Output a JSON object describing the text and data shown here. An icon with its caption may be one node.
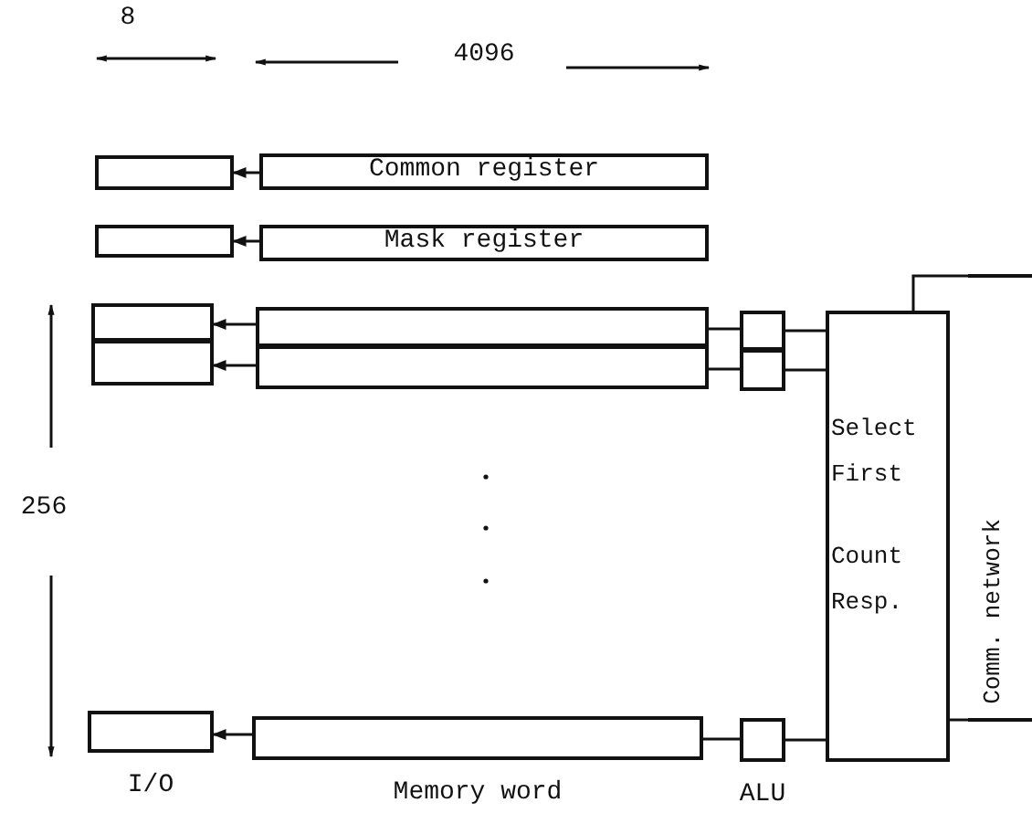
{
  "diagram": {
    "nodes": [
      {
        "text": [],
        "shape": "box"
      },
      {
        "text": [
          "Common register"
        ]
      },
      {
        "text": [],
        "shape": "box"
      },
      {
        "text": [
          "Mask register"
        ]
      },
      {
        "text": [],
        "shape": "box"
      },
      {
        "text": [],
        "shape": "box"
      },
      {
        "text": [],
        "shape": "box"
      },
      {
        "text": [],
        "shape": "box"
      },
      {
        "text": [],
        "shape": "box"
      },
      {
        "text": [],
        "shape": "box"
      },
      {
        "text": [
          "Select First",
          "Count Resp."
        ]
      },
      {
        "text": [],
        "shape": "box",
        "beside": [
          "I/O"
        ]
      },
      {
        "text": [],
        "shape": "box",
        "beside": [
          "Memory word"
        ]
      },
      {
        "text": [],
        "shape": "box",
        "beside": [
          "ALU"
        ]
      },
      {
        "text": [
          "Comm. network"
        ]
      }
    ],
    "edges": [
      {
        "from": 1,
        "to": 0,
        "arrow": "to"
      },
      {
        "from": 3,
        "to": 2,
        "arrow": "to"
      },
      {
        "from": 6,
        "to": 4,
        "arrow": "to"
      },
      {
        "from": 7,
        "to": 5,
        "arrow": "to"
      },
      {
        "from": 12,
        "to": 11,
        "arrow": "to"
      },
      {
        "from": 6,
        "to": 8,
        "arrow": "none"
      },
      {
        "from": 8,
        "to": 10,
        "arrow": "none"
      },
      {
        "from": 7,
        "to": 9,
        "arrow": "none"
      },
      {
        "from": 9,
        "to": 10,
        "arrow": "none"
      },
      {
        "from": 12,
        "to": 13,
        "arrow": "none"
      },
      {
        "from": 13,
        "to": 10,
        "arrow": "none"
      },
      {
        "from": 10,
        "to": 14,
        "arrow": "none"
      },
      {
        "from": 10,
        "to": 14,
        "arrow": "none"
      }
    ],
    "labels": [
      "8",
      "4096",
      "256"
    ]
  }
}
